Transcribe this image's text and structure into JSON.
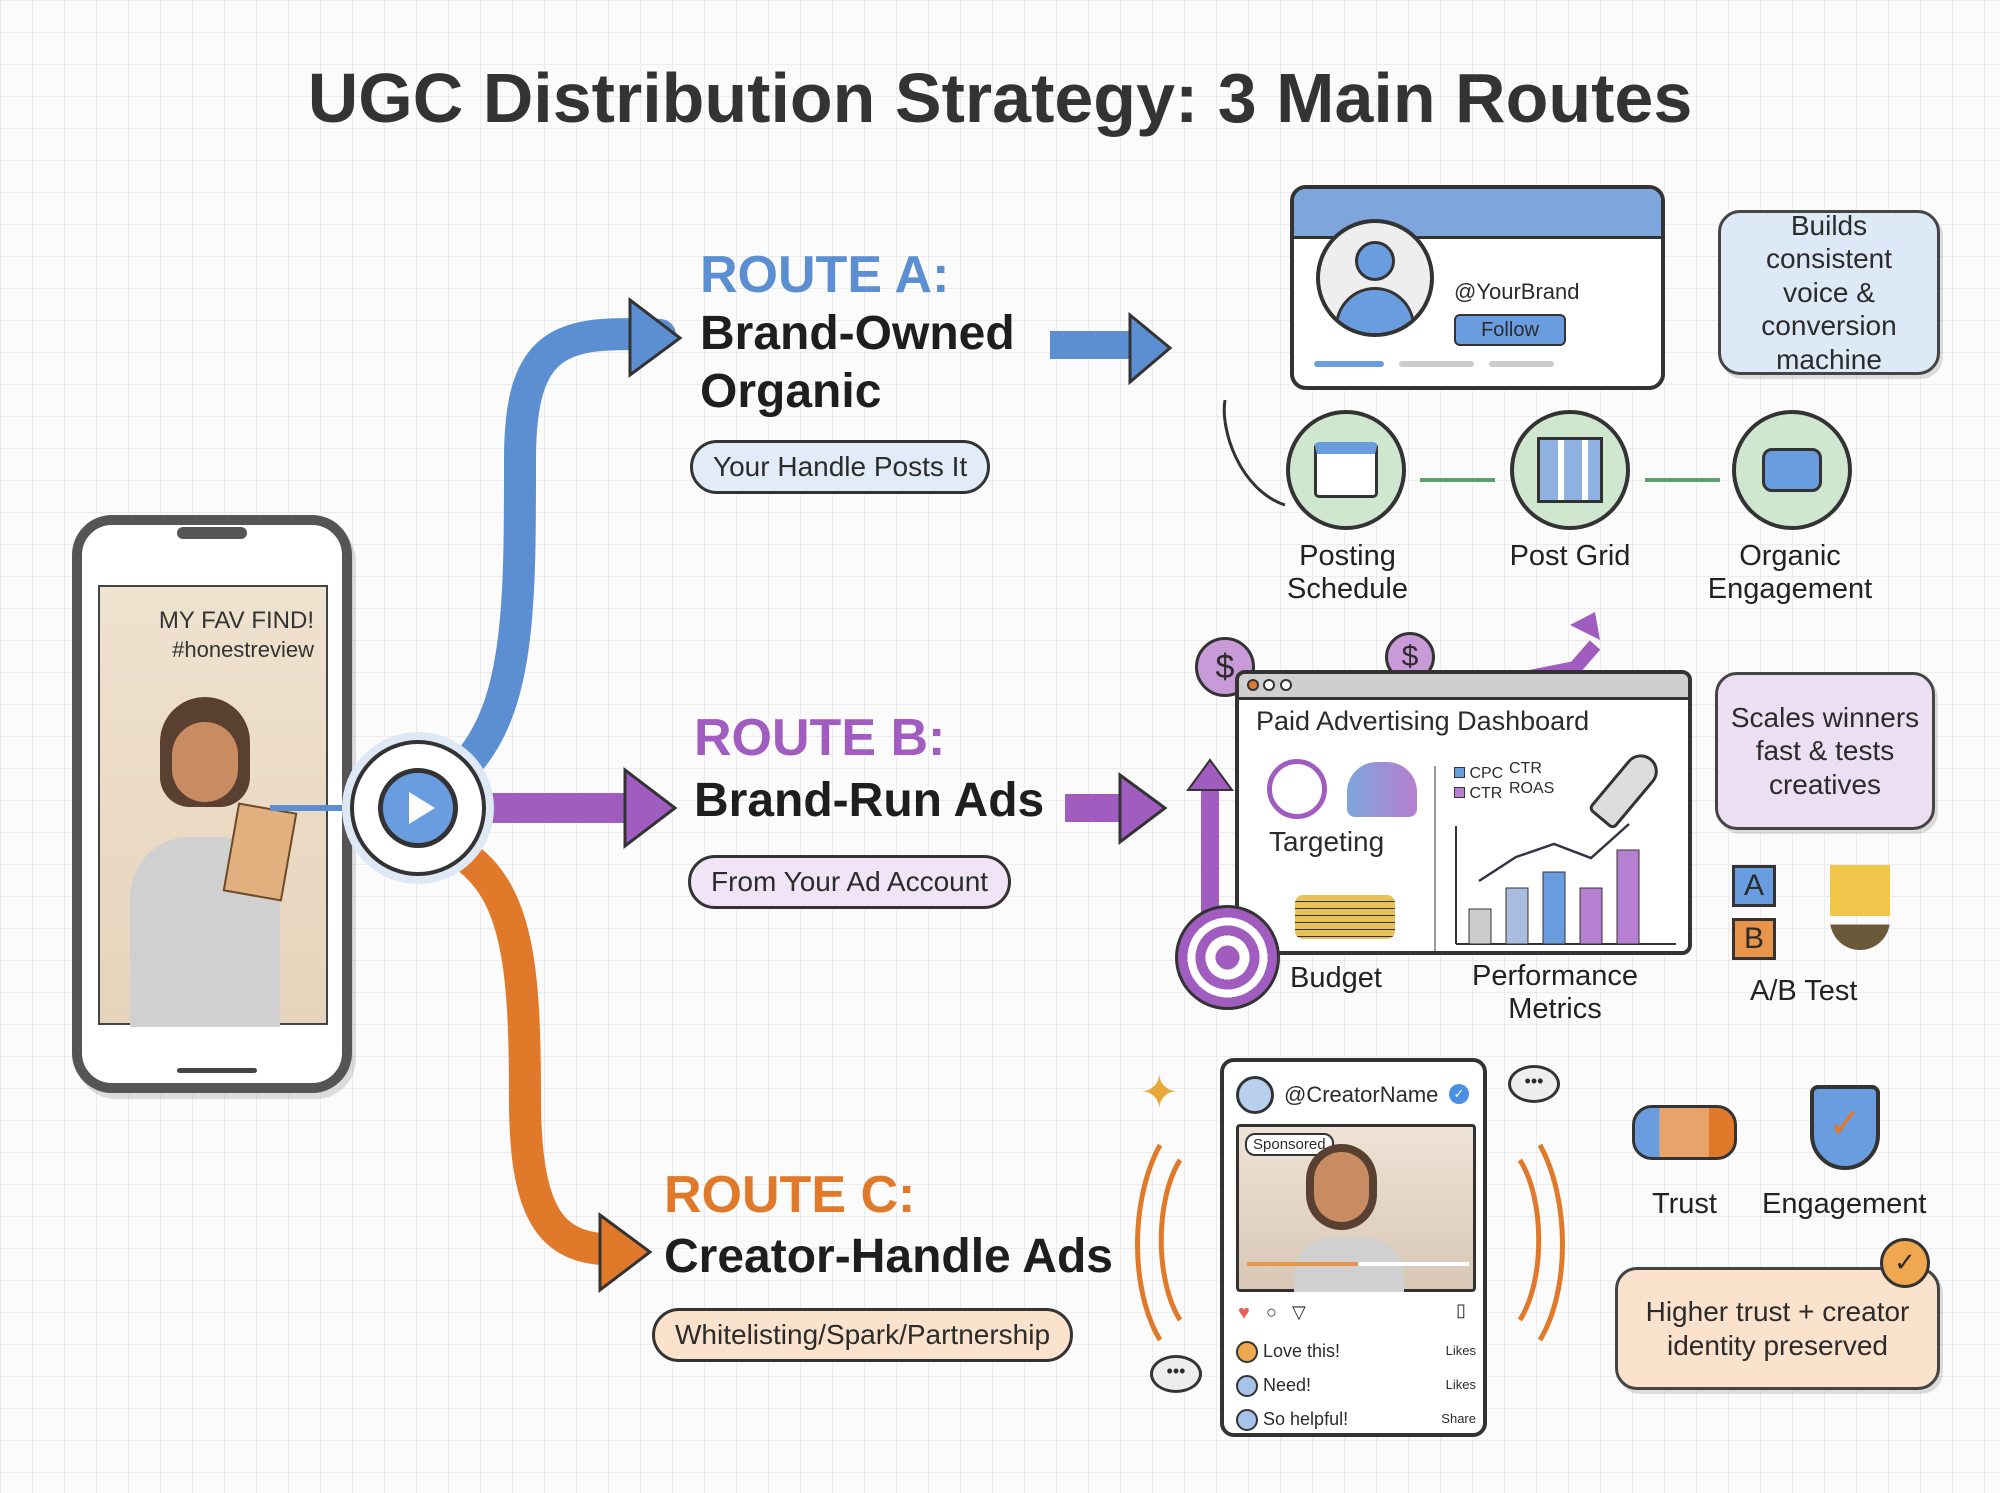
{
  "title": "UGC Distribution Strategy: 3 Main Routes",
  "phone": {
    "caption_line1": "MY FAV FIND!",
    "caption_line2": "#honestreview"
  },
  "routes": [
    {
      "label": "ROUTE A:",
      "name_line1": "Brand-Owned",
      "name_line2": "Organic",
      "pill": "Your Handle Posts It",
      "color": "#5b8fd1"
    },
    {
      "label": "ROUTE B:",
      "name_line1": "Brand-Run Ads",
      "name_line2": "",
      "pill": "From Your Ad Account",
      "color": "#a15cc0"
    },
    {
      "label": "ROUTE C:",
      "name_line1": "Creator-Handle Ads",
      "name_line2": "",
      "pill": "Whitelisting/Spark/Partnership",
      "color": "#e07a2a"
    }
  ],
  "route_a": {
    "profile_handle": "@YourBrand",
    "follow_button": "Follow",
    "benefit": "Builds consistent voice & conversion machine",
    "steps": [
      {
        "label": "Posting Schedule",
        "icon": "calendar-icon"
      },
      {
        "label": "Post Grid",
        "icon": "grid-icon"
      },
      {
        "label": "Organic Engagement",
        "icon": "chat-bubbles-icon"
      }
    ]
  },
  "route_b": {
    "dashboard_title": "Paid Advertising Dashboard",
    "targeting": "Targeting",
    "budget": "Budget",
    "legend": [
      "CPC",
      "CTR"
    ],
    "legend_extra": [
      "CTR",
      "ROAS"
    ],
    "performance": "Performance Metrics",
    "benefit": "Scales winners fast & tests creatives",
    "ab_a": "A",
    "ab_b": "B",
    "ab_label": "A/B Test",
    "dollar": "$"
  },
  "route_c": {
    "creator_handle": "@CreatorName",
    "sponsored": "Sponsored",
    "comments": [
      {
        "text": "Love this!",
        "action": "Likes"
      },
      {
        "text": "Need!",
        "action": "Likes"
      },
      {
        "text": "So helpful!",
        "action": "Share"
      }
    ],
    "trust": "Trust",
    "engagement": "Engagement",
    "benefit": "Higher trust + creator identity preserved"
  }
}
